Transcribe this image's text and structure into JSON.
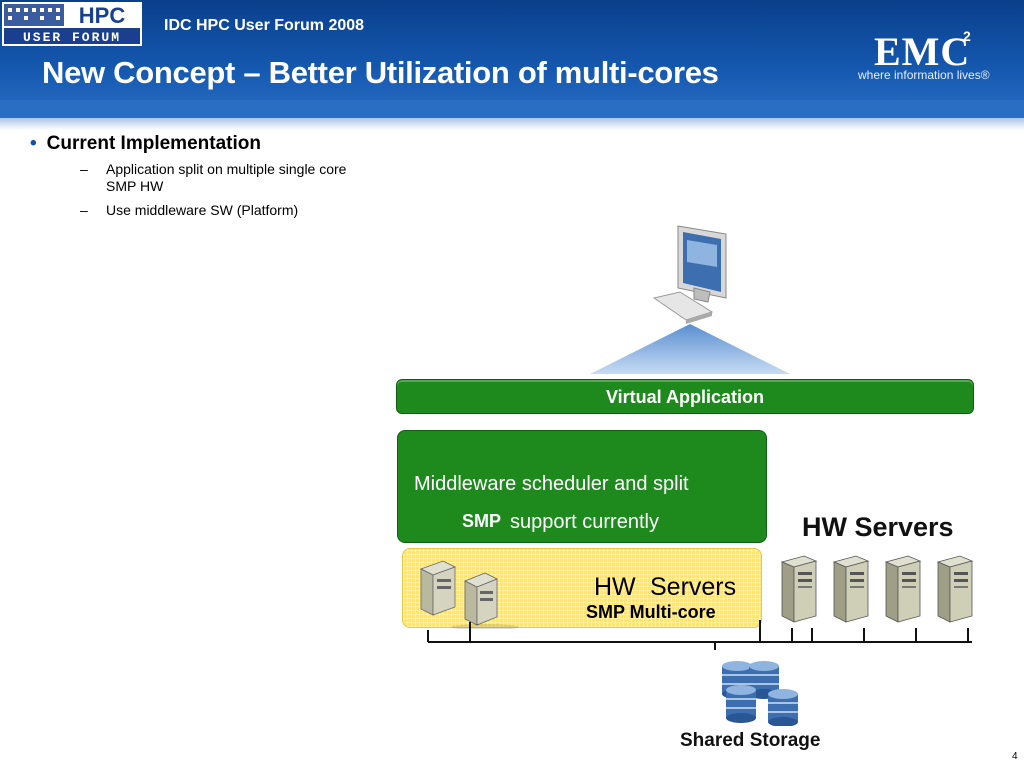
{
  "header": {
    "logo_line1": "HPC",
    "logo_line2": "USER FORUM",
    "forum_label": "IDC HPC User Forum 2008",
    "title": "New Concept – Better Utilization of multi-cores",
    "emc_brand": "EMC",
    "emc_sup": "2",
    "emc_tagline": "where information lives®"
  },
  "content": {
    "bullet": "Current Implementation",
    "sub_items": [
      "Application split on multiple single core SMP HW",
      "Use middleware SW (Platform)"
    ]
  },
  "diagram": {
    "virtual_app": "Virtual Application",
    "middleware_line1": "Middleware scheduler and split",
    "middleware_smp": "SMP",
    "middleware_line2": "support currently",
    "hw_inner_a": "HW",
    "hw_inner_b": "Servers",
    "smp_multicore": "SMP Multi-core",
    "hw_servers": "HW Servers",
    "shared_storage": "Shared Storage"
  },
  "page_number": "4",
  "colors": {
    "header_blue": "#1559b0",
    "green": "#1e8a1e",
    "yellow": "#ffe66a"
  }
}
